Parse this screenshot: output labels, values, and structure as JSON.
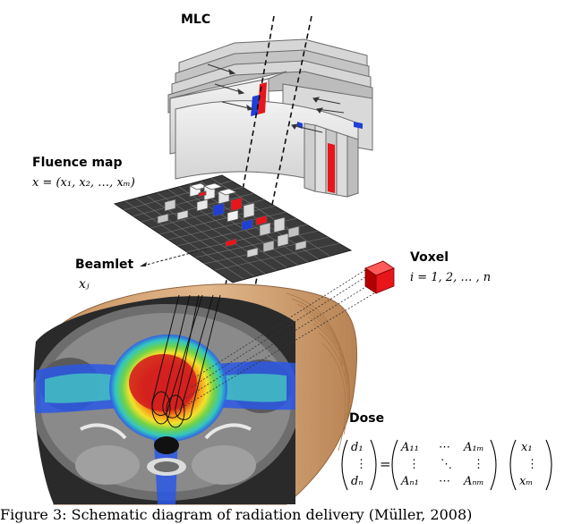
{
  "labels": {
    "mlc": "MLC",
    "fluence_map": "Fluence map",
    "fluence_vector": "x = (x₁, x₂, …, xₘ)",
    "beamlet": "Beamlet",
    "beamlet_symbol": "xⱼ",
    "voxel": "Voxel",
    "voxel_index": "i = 1, 2, … , n",
    "dose": "Dose"
  },
  "dose_equation": {
    "lhs": [
      "d₁",
      "⋮",
      "dₙ"
    ],
    "matrix": [
      [
        "A₁₁",
        "⋯",
        "A₁ₘ"
      ],
      [
        "⋮",
        "⋱",
        "⋮"
      ],
      [
        "Aₙ₁",
        "⋯",
        "Aₙₘ"
      ]
    ],
    "rhs": [
      "x₁",
      "⋮",
      "xₘ"
    ],
    "equals": "="
  },
  "caption": "Figure 3: Schematic diagram of radiation delivery (Müller, 2008)",
  "colors": {
    "leaf_light": "#e3e3e3",
    "leaf_dark": "#9a9a9a",
    "red": "#e8151b",
    "blue": "#1f3fd6",
    "skin": "#d8a77a",
    "grid_dark": "#3a3a3a"
  }
}
